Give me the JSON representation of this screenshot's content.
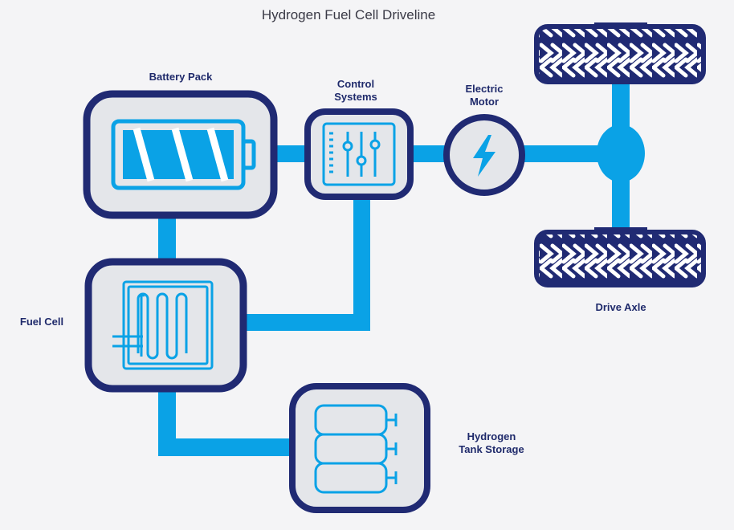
{
  "title": "Hydrogen Fuel Cell Driveline",
  "labels": {
    "battery_pack": "Battery Pack",
    "control_systems_line1": "Control",
    "control_systems_line2": "Systems",
    "electric_motor_line1": "Electric",
    "electric_motor_line2": "Motor",
    "fuel_cell": "Fuel Cell",
    "drive_axle": "Drive Axle",
    "hydrogen_tank_line1": "Hydrogen",
    "hydrogen_tank_line2": "Tank Storage"
  },
  "colors": {
    "navy": "#202a73",
    "cyan": "#0aa2e6",
    "box_fill": "#e4e6ea",
    "background": "#f4f4f6"
  },
  "icons": [
    "battery-icon",
    "sliders-icon",
    "lightning-icon",
    "radiator-icon",
    "gas-cylinders-icon",
    "tire-tread-icon"
  ]
}
